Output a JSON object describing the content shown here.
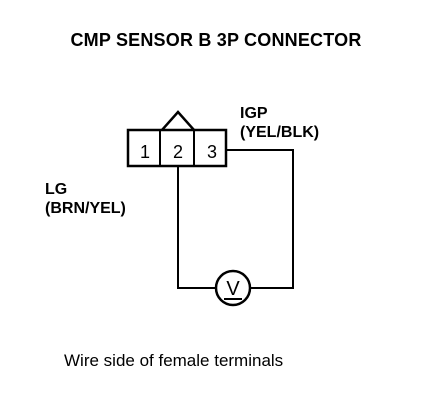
{
  "title": "CMP SENSOR B 3P CONNECTOR",
  "connector": {
    "terminals": [
      "1",
      "2",
      "3"
    ]
  },
  "wires": {
    "igp": {
      "name": "IGP",
      "color": "(YEL/BLK)"
    },
    "lg": {
      "name": "LG",
      "color": "(BRN/YEL)"
    }
  },
  "meter": {
    "symbol": "V"
  },
  "footer": "Wire side of female terminals"
}
